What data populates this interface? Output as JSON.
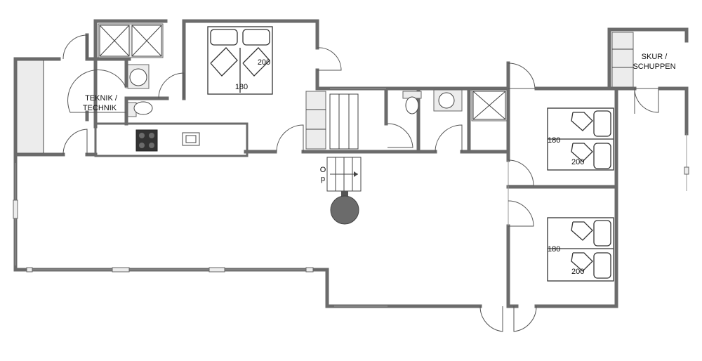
{
  "rooms": {
    "technik": {
      "line1": "TEKNIK /",
      "line2": "TECHNIK"
    },
    "skur": {
      "line1": "SKUR /",
      "line2": "SCHUPPEN"
    }
  },
  "beds": {
    "master": {
      "width": "180",
      "length": "200"
    },
    "bedroom_upper": {
      "width": "180",
      "length": "200"
    },
    "bedroom_lower": {
      "width": "180",
      "length": "200"
    }
  },
  "stairs": {
    "up_label_1": "O",
    "up_label_2": "p"
  },
  "colors": {
    "wall": "#6b6b6b",
    "fixture_fill": "#ececec",
    "stove": "#333333",
    "stove_burner": "#6b6b6b"
  }
}
